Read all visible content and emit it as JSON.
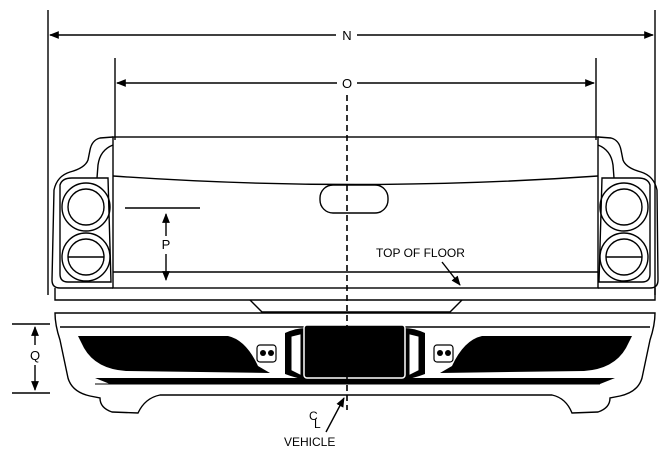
{
  "diagram": {
    "dimension_labels": {
      "overall_width": "N",
      "tailgate_width": "O",
      "floor_height": "P",
      "bumper_height": "Q"
    },
    "callouts": {
      "top_of_floor": "TOP OF FLOOR",
      "centerline_symbol": "C",
      "centerline_sub": "L",
      "centerline_vehicle": "VEHICLE"
    },
    "colors": {
      "line": "#000000",
      "background": "#ffffff"
    }
  }
}
